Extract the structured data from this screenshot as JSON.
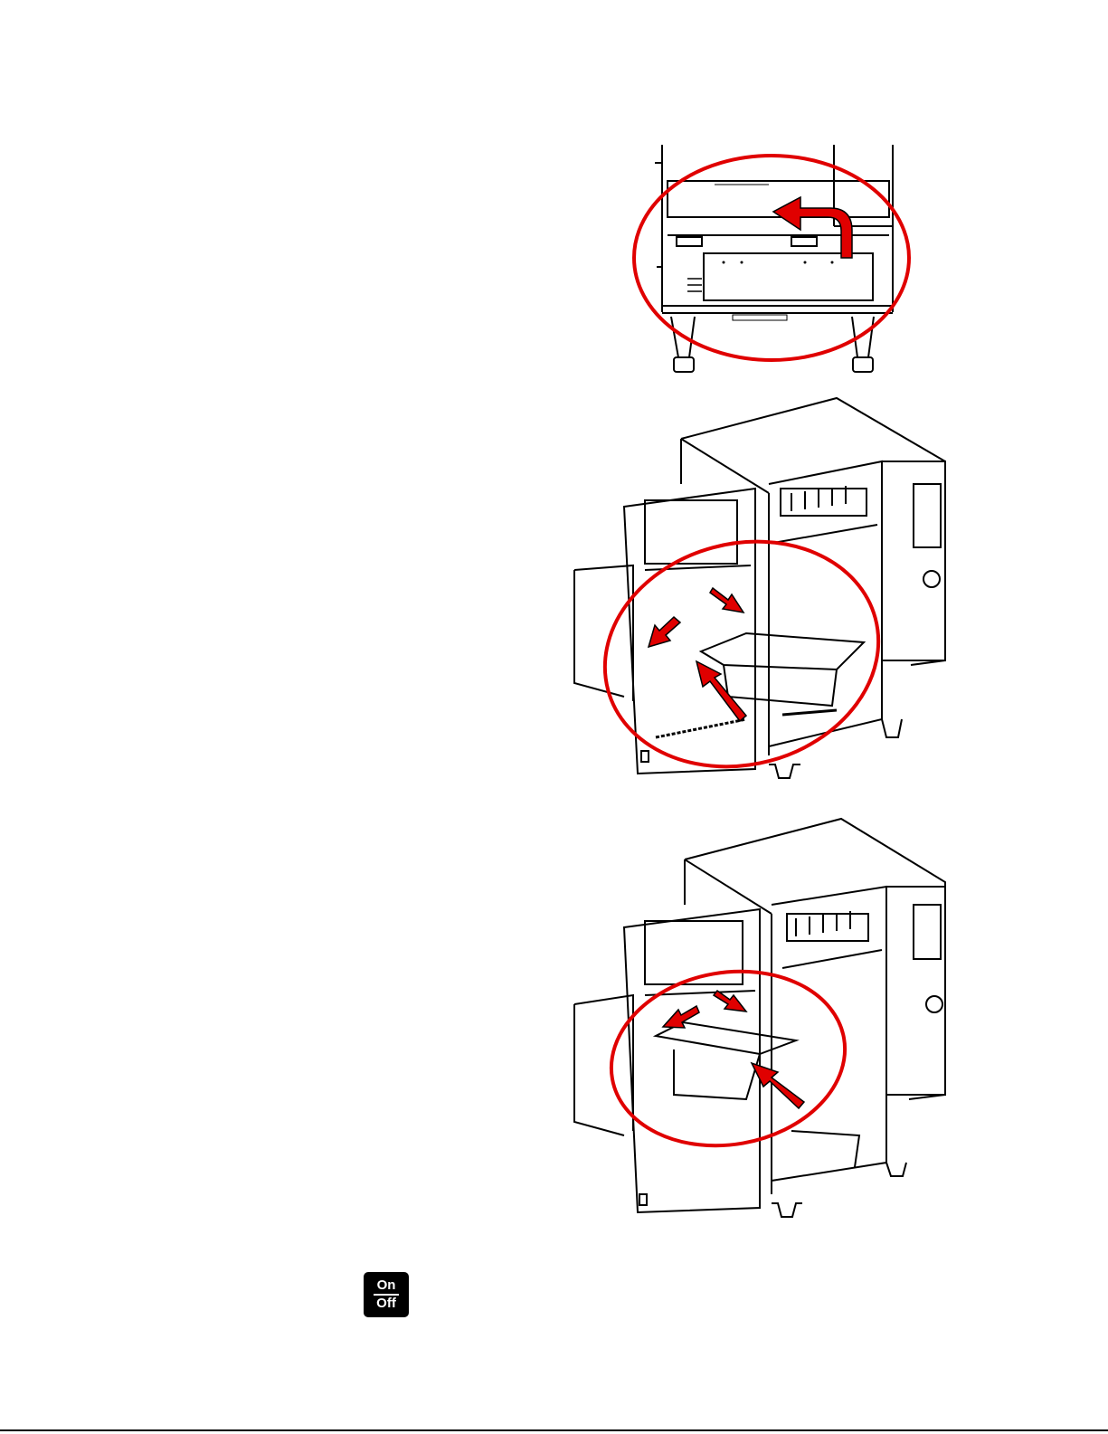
{
  "onoff_key": {
    "on_label": "On",
    "off_label": "Off"
  },
  "colors": {
    "highlight": "#e00000",
    "line_art": "#000000",
    "background": "#ffffff"
  },
  "figures": [
    {
      "name": "rear-panel-lift-figure",
      "icon": "curved-lift-arrow"
    },
    {
      "name": "drawer-remove-figure",
      "icon": "direction-arrows"
    },
    {
      "name": "drawer-install-figure",
      "icon": "direction-arrows"
    }
  ]
}
